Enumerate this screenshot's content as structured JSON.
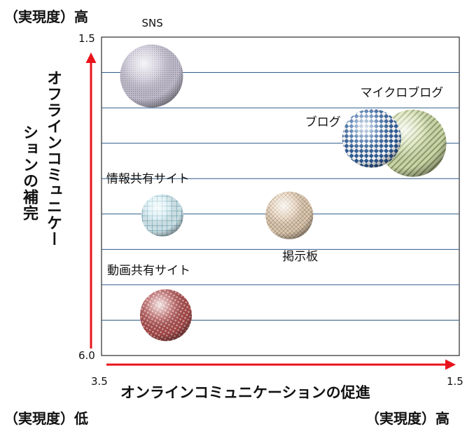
{
  "corners": {
    "top_left": "（実現度）高",
    "bottom_left": "（実現度）低",
    "bottom_right": "（実現度）高"
  },
  "chart_data": {
    "type": "bubble",
    "title": "",
    "xlabel": "オンラインコミュニケーションの促進",
    "ylabel_col1": "オフラインコミュニケー",
    "ylabel_col2": "ションの補完",
    "xlim": [
      3.5,
      1.5
    ],
    "ylim": [
      6.0,
      1.5
    ],
    "x_ticks": [
      "3.5",
      "1.5"
    ],
    "y_ticks": [
      "1.5",
      "6.0"
    ],
    "grid": true,
    "grid_direction": "horizontal",
    "axes_arrow_color": "#e8141b",
    "bubbles": [
      {
        "label": "SNS",
        "x": 3.22,
        "y": 2.05,
        "color": "#c8c4d4"
      },
      {
        "label": "マイクロブログ",
        "x": 1.76,
        "y": 3.0,
        "color": "#d6e2b4"
      },
      {
        "label": "ブログ",
        "x": 1.99,
        "y": 2.93,
        "color": "#2f5f9c"
      },
      {
        "label": "情報共有サイト",
        "x": 3.16,
        "y": 4.02,
        "color": "#bfe0ea"
      },
      {
        "label": "掲示板",
        "x": 2.45,
        "y": 4.02,
        "color": "#ead8c2"
      },
      {
        "label": "動画共有サイト",
        "x": 3.14,
        "y": 5.43,
        "color": "#a84848"
      }
    ]
  }
}
